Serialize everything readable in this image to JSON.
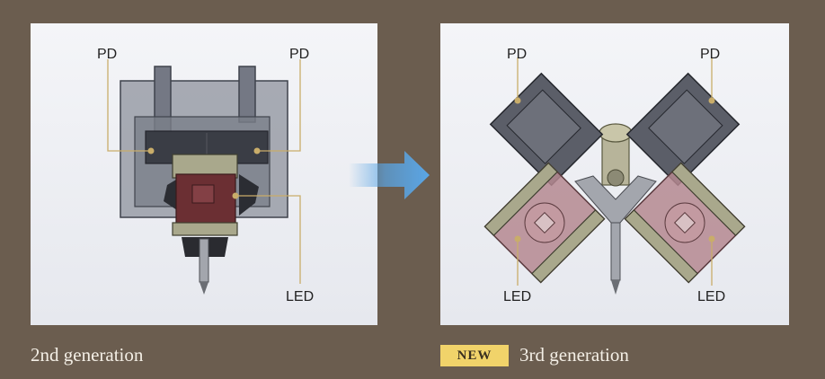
{
  "left_panel": {
    "labels": {
      "pd_left": "PD",
      "pd_right": "PD",
      "led": "LED"
    },
    "caption": "2nd generation"
  },
  "right_panel": {
    "labels": {
      "pd_left": "PD",
      "pd_right": "PD",
      "led_left": "LED",
      "led_right": "LED"
    },
    "badge": "NEW",
    "caption": "3rd generation"
  },
  "colors": {
    "background": "#6b5d4f",
    "callout_line": "#c9ad6a",
    "badge": "#f1d36a",
    "arrow": "#5aa6e6"
  },
  "icons": {
    "arrow": "arrow-right-icon"
  }
}
